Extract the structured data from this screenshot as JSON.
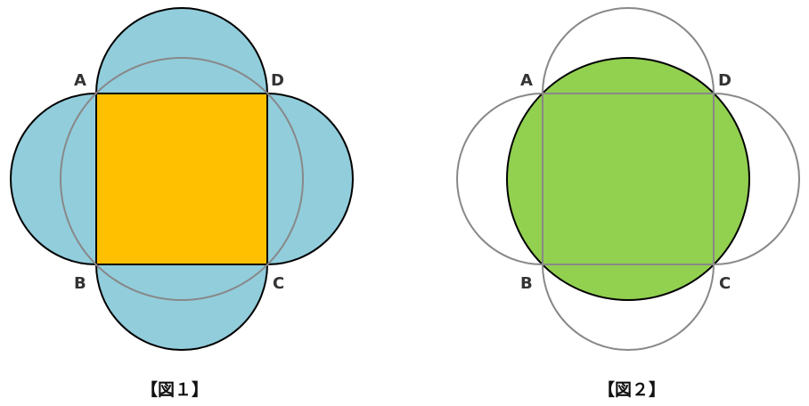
{
  "figure1": {
    "caption": "【図１】",
    "vertices": {
      "A": "A",
      "B": "B",
      "C": "C",
      "D": "D"
    },
    "colors": {
      "semicircles": "#92CDDC",
      "square": "#FFC000",
      "outline": "#000000",
      "circumcircle": "#888888"
    }
  },
  "figure2": {
    "caption": "【図２】",
    "vertices": {
      "A": "A",
      "B": "B",
      "C": "C",
      "D": "D"
    },
    "colors": {
      "circle_fill": "#92D050",
      "outline": "#000000",
      "guide_lines": "#888888"
    }
  }
}
